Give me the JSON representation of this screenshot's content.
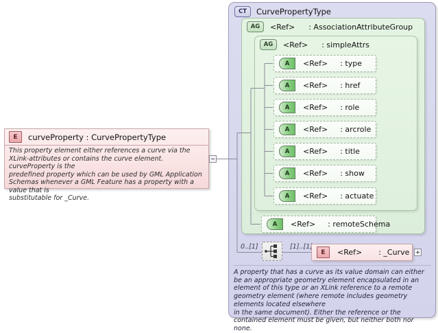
{
  "diagram": {
    "kind": "xsd-element-diagram"
  },
  "element": {
    "badge": "E",
    "badge_icon": "element-badge-icon",
    "title": "curveProperty : CurvePropertyType",
    "name": "curveProperty",
    "type": "CurvePropertyType",
    "documentation": "This property element either references a curve via the XLink-attributes or contains the curve element. curveProperty is the\npredefined property which can be used by GML Application Schemas whenever a GML Feature has a property with a value that is\nsubstitutable for _Curve.",
    "collapse_toggle": "−"
  },
  "complex_type": {
    "badge": "CT",
    "title": "CurvePropertyType",
    "documentation": "A property that has a curve as its value domain can either be an appropriate geometry element encapsulated in an\nelement of this type or an XLink reference to a remote geometry element (where remote includes geometry elements located elsewhere\nin the same document). Either the reference or the contained element must be given, but neither both nor none."
  },
  "attribute_group_outer": {
    "badge": "AG",
    "ref": "<Ref>",
    "type": ": AssociationAttributeGroup"
  },
  "attribute_group_inner": {
    "badge": "AG",
    "ref": "<Ref>",
    "type": ": simpleAttrs"
  },
  "attributes": [
    {
      "badge": "A",
      "ref": "<Ref>",
      "name": ": type"
    },
    {
      "badge": "A",
      "ref": "<Ref>",
      "name": ": href"
    },
    {
      "badge": "A",
      "ref": "<Ref>",
      "name": ": role"
    },
    {
      "badge": "A",
      "ref": "<Ref>",
      "name": ": arcrole"
    },
    {
      "badge": "A",
      "ref": "<Ref>",
      "name": ": title"
    },
    {
      "badge": "A",
      "ref": "<Ref>",
      "name": ": show"
    },
    {
      "badge": "A",
      "ref": "<Ref>",
      "name": ": actuate"
    }
  ],
  "remote_schema_attribute": {
    "badge": "A",
    "ref": "<Ref>",
    "name": ": remoteSchema"
  },
  "sequence": {
    "icon": "sequence-compositor-icon",
    "cardinality_left": "0..[1]",
    "cardinality_right": "[1]..[1]"
  },
  "curve_reference": {
    "badge": "E",
    "ref": "<Ref>",
    "name": ": _Curve",
    "expand_toggle": "+"
  },
  "colors": {
    "element_fill": "#fae4e4",
    "element_border": "#c9a5a8",
    "complex_type_fill": "#d6d6ee",
    "complex_type_border": "#9a9ab8",
    "attribute_group_fill": "#e0f1de",
    "attribute_group_border": "#a9c3a7",
    "attribute_fill": "#f7fbf6",
    "attribute_border": "#9fb79d",
    "connector_line": "#8a8a99"
  }
}
